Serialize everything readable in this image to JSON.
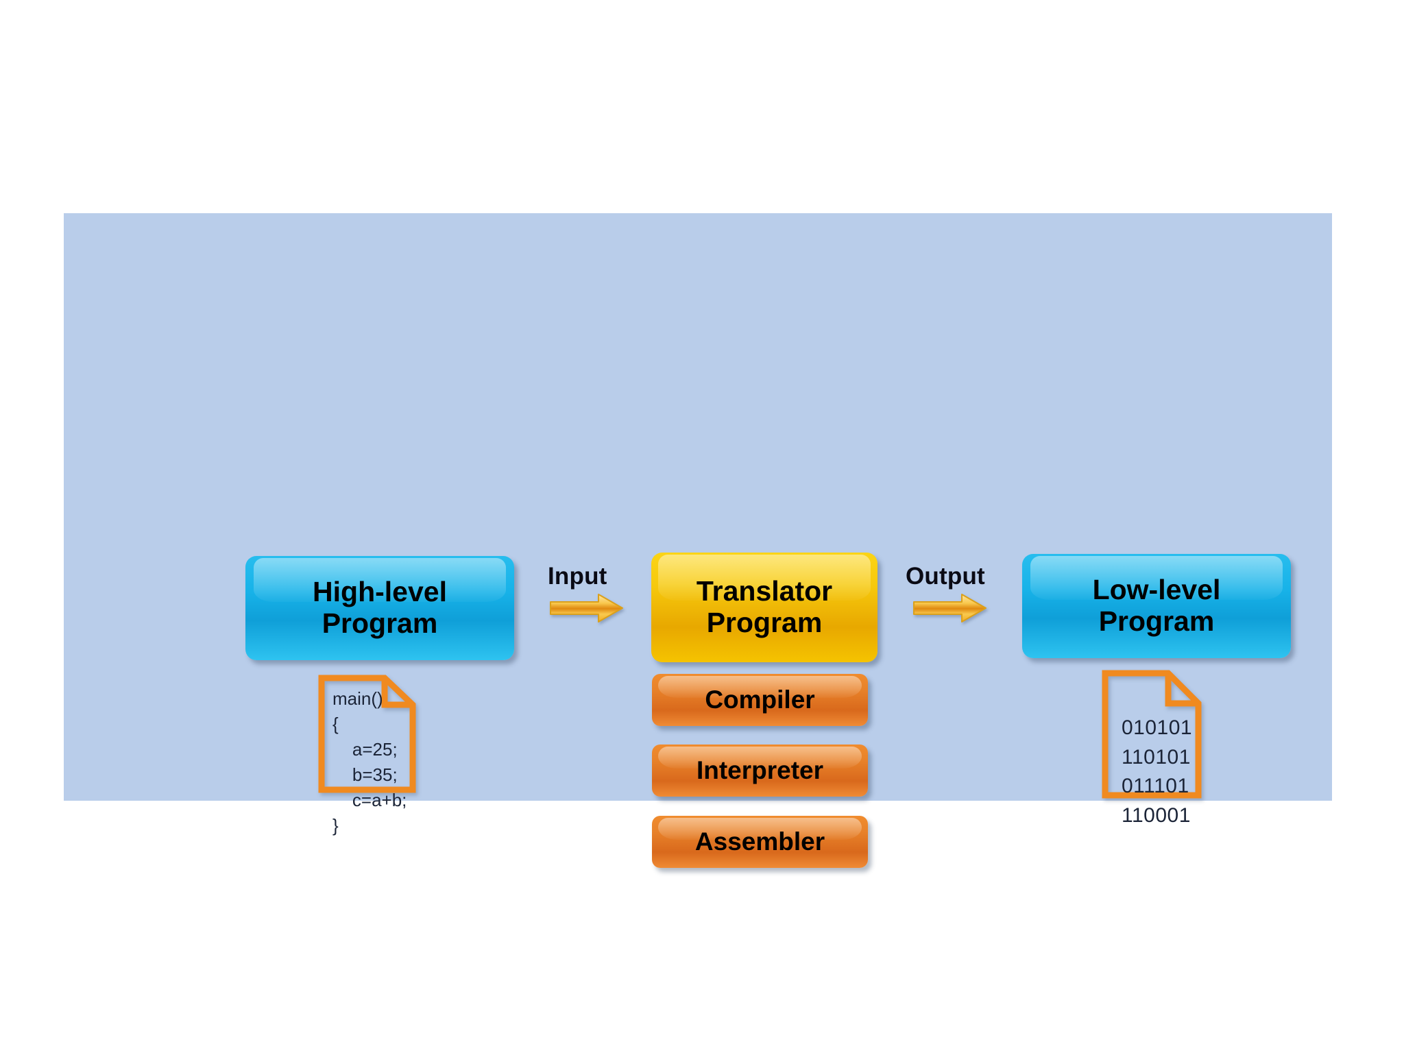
{
  "canvas": {
    "background_color": "#b9cdea"
  },
  "diagram": {
    "title_nodes": {
      "high_level": "High-level\nProgram",
      "high_level_line1": "High-level",
      "high_level_line2": "Program",
      "translator_line1": "Translator",
      "translator_line2": "Program",
      "low_level_line1": "Low-level",
      "low_level_line2": "Program"
    },
    "translator_kinds": [
      {
        "label": "Compiler"
      },
      {
        "label": "Interpreter"
      },
      {
        "label": "Assembler"
      }
    ],
    "flow": [
      {
        "label": "Input"
      },
      {
        "label": "Output"
      }
    ],
    "source_document": {
      "lines": [
        "main()",
        "{",
        "    a=25;",
        "    b=35;",
        "    c=a+b;",
        "}"
      ],
      "text": "main()\n{\n    a=25;\n    b=35;\n    c=a+b;\n}"
    },
    "binary_document": {
      "lines": [
        "010101",
        "110101",
        "011101",
        "110001"
      ],
      "text": "010101\n110101\n011101\n110001"
    },
    "colors": {
      "blue_node": "#17b2e8",
      "gold_node": "#f0c200",
      "orange_node": "#e8822a",
      "document_outline": "#f08a20",
      "arrow": "#f5b731",
      "text": "#0a0a14"
    }
  }
}
